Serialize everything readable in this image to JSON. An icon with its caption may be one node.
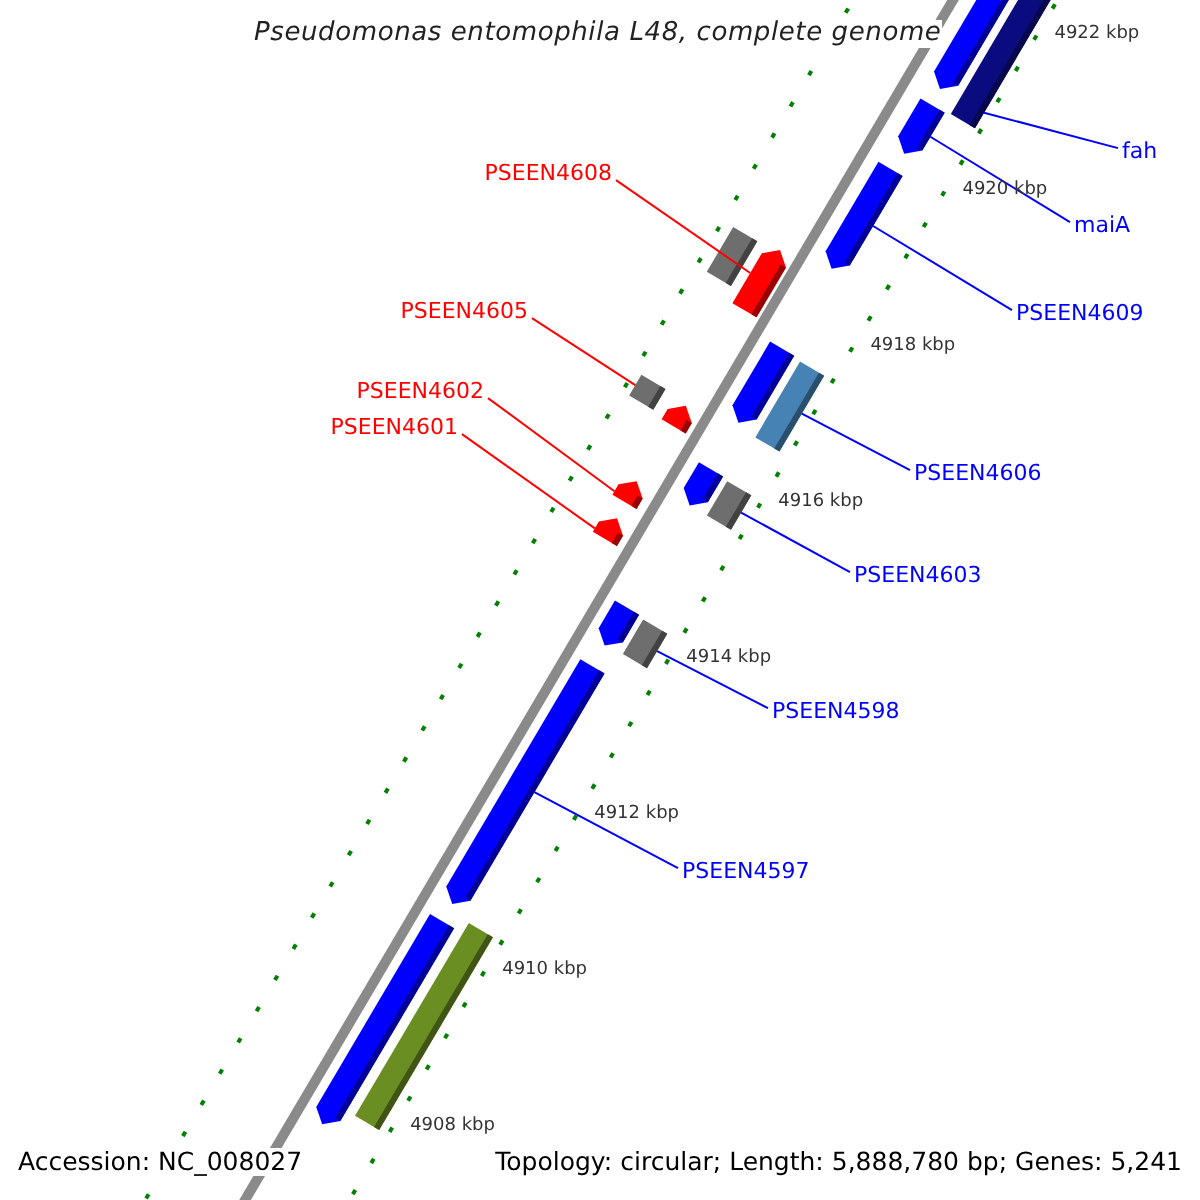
{
  "diagram": {
    "title": "Pseudomonas entomophila L48, complete genome",
    "nodes": [
      {
        "text": [
          "PSEEN4608"
        ]
      },
      {
        "text": [],
        "shape": "bar"
      },
      {
        "text": [
          "PSEEN4605"
        ]
      },
      {
        "text": [],
        "shape": "bar"
      },
      {
        "text": [
          "PSEEN4602"
        ]
      },
      {
        "text": [],
        "shape": "bar"
      },
      {
        "text": [
          "PSEEN4601"
        ]
      },
      {
        "text": [],
        "shape": "bar"
      },
      {
        "text": [
          "fah"
        ]
      },
      {
        "text": [],
        "shape": "bar"
      },
      {
        "text": [
          "maiA"
        ]
      },
      {
        "text": [],
        "shape": "bar"
      },
      {
        "text": [
          "PSEEN4609"
        ]
      },
      {
        "text": [],
        "shape": "bar"
      },
      {
        "text": [
          "PSEEN4606"
        ]
      },
      {
        "text": [],
        "shape": "bar"
      },
      {
        "text": [
          "PSEEN4603"
        ]
      },
      {
        "text": [],
        "shape": "bar"
      },
      {
        "text": [
          "PSEEN4598"
        ]
      },
      {
        "text": [],
        "shape": "bar"
      },
      {
        "text": [
          "PSEEN4597"
        ]
      },
      {
        "text": [],
        "shape": "bar"
      },
      {
        "text": [],
        "shape": "bar"
      },
      {
        "text": [],
        "shape": "bar"
      },
      {
        "text": [],
        "shape": "bar"
      },
      {
        "text": [],
        "shape": "bar"
      },
      {
        "text": [],
        "shape": "bar"
      },
      {
        "text": [],
        "shape": "bar"
      },
      {
        "text": [],
        "shape": "bar"
      },
      {
        "text": [],
        "shape": "bar"
      }
    ],
    "edges": [
      {
        "from": 0,
        "to": 1,
        "arrow": "none",
        "color": "#ff0000"
      },
      {
        "from": 2,
        "to": 3,
        "arrow": "none",
        "color": "#ff0000"
      },
      {
        "from": 4,
        "to": 5,
        "arrow": "none",
        "color": "#ff0000"
      },
      {
        "from": 6,
        "to": 7,
        "arrow": "none",
        "color": "#ff0000"
      },
      {
        "from": 8,
        "to": 9,
        "arrow": "none"
      },
      {
        "from": 10,
        "to": 11,
        "arrow": "none"
      },
      {
        "from": 12,
        "to": 13,
        "arrow": "none"
      },
      {
        "from": 14,
        "to": 15,
        "arrow": "none"
      },
      {
        "from": 16,
        "to": 17,
        "arrow": "none"
      },
      {
        "from": 18,
        "to": 19,
        "arrow": "none"
      },
      {
        "from": 20,
        "to": 21,
        "arrow": "none"
      }
    ],
    "labels": [
      "4922 kbp",
      "4920 kbp",
      "4918 kbp",
      "4916 kbp",
      "4914 kbp",
      "4912 kbp",
      "4910 kbp",
      "4908 kbp",
      "Accession: NC_008027",
      "Topology: circular; Length: 5,888,780 bp; Genes: 5,241"
    ]
  }
}
